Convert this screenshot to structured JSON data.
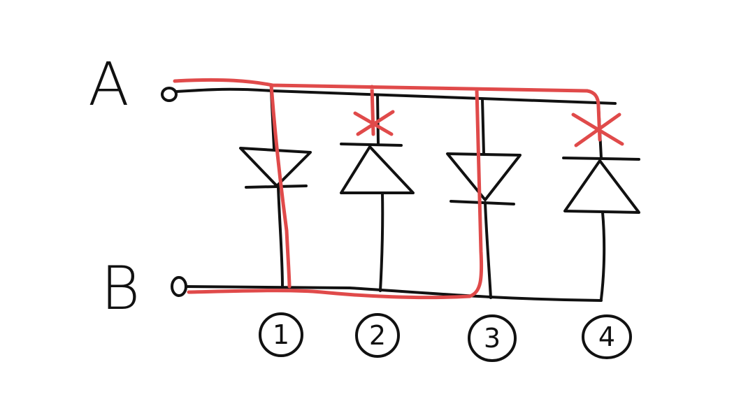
{
  "colors": {
    "background": "#ffffff",
    "ink": "#111111",
    "highlight": "#e04a4a"
  },
  "terminals": {
    "a_label": "A",
    "b_label": "B"
  },
  "diodes": [
    {
      "number": "1",
      "orientation": "cathode-down",
      "marked_x": false,
      "on_red_path": true
    },
    {
      "number": "2",
      "orientation": "cathode-up",
      "marked_x": true,
      "on_red_path": false
    },
    {
      "number": "3",
      "orientation": "cathode-down",
      "marked_x": false,
      "on_red_path": true
    },
    {
      "number": "4",
      "orientation": "cathode-up",
      "marked_x": true,
      "on_red_path": false
    }
  ]
}
